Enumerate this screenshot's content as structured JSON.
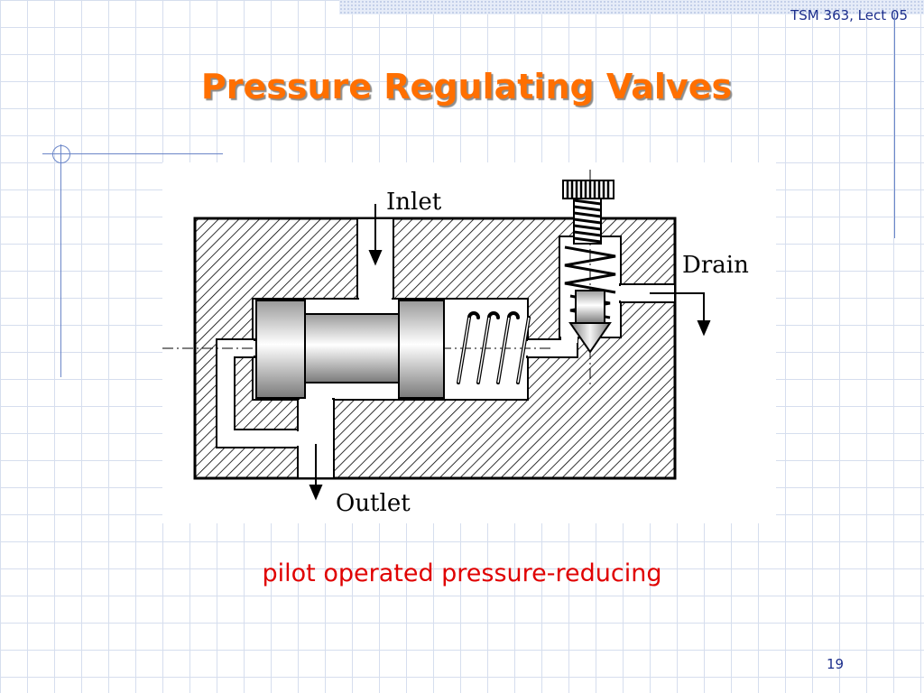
{
  "header": {
    "lecture_ref": "TSM 363, Lect 05"
  },
  "title": "Pressure Regulating Valves",
  "diagram": {
    "labels": {
      "inlet": "Inlet",
      "drain": "Drain",
      "outlet": "Outlet"
    }
  },
  "caption": "pilot operated pressure-reducing",
  "footer": {
    "page_number": "19"
  },
  "colors": {
    "title": "#ff6f00",
    "caption": "#e00000",
    "header_text": "#1c2e8c",
    "grid_lines": "#d6deee",
    "decor_lines": "#6b86c8"
  }
}
